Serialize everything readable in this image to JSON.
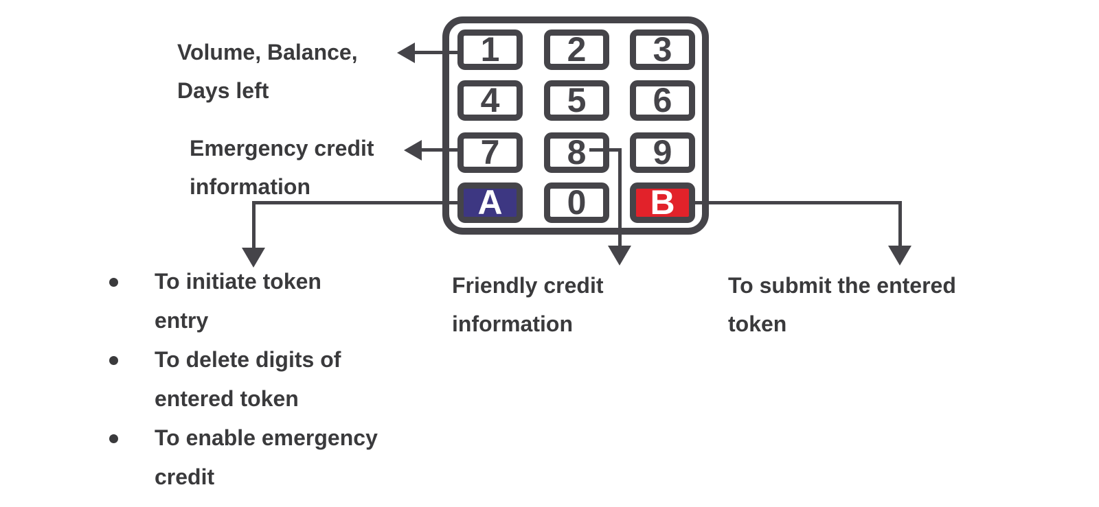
{
  "colors": {
    "stroke": "#454449",
    "text": "#3a3a3c",
    "key_a_bg": "#3d3782",
    "key_b_bg": "#e2222a",
    "key_letter": "#ffffff",
    "background": "#ffffff"
  },
  "keypad": {
    "keys": [
      "1",
      "2",
      "3",
      "4",
      "5",
      "6",
      "7",
      "8",
      "9",
      "A",
      "0",
      "B"
    ]
  },
  "annotations": {
    "volume": {
      "lines": [
        "Volume, Balance,",
        "Days left"
      ]
    },
    "emergency": {
      "lines": [
        "Emergency credit",
        "information"
      ]
    },
    "friendly": {
      "lines": [
        "Friendly credit",
        "information"
      ]
    },
    "submit": {
      "lines": [
        "To submit the entered",
        "token"
      ]
    },
    "a_functions": [
      {
        "lines": [
          "To initiate token",
          "entry"
        ]
      },
      {
        "lines": [
          "To delete digits of",
          "entered token"
        ]
      },
      {
        "lines": [
          "To enable emergency",
          "credit"
        ]
      }
    ]
  }
}
